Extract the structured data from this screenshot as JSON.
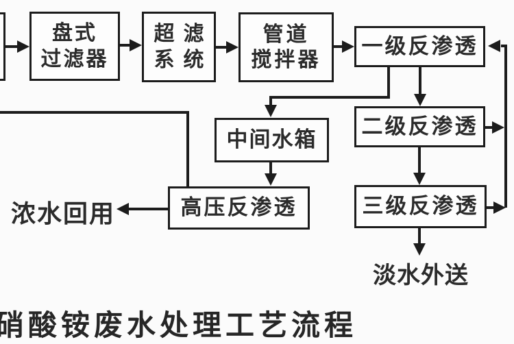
{
  "diagram": {
    "caption": "硝酸铵废水处理工艺流程",
    "nodes": {
      "source": {
        "label": ""
      },
      "disc_filter": {
        "line1": "盘式",
        "line2": "过滤器"
      },
      "uf_system": {
        "line1": "超滤",
        "line2": "系统"
      },
      "pipe_mixer": {
        "line1": "管道",
        "line2": "搅拌器"
      },
      "ro_stage1": {
        "label": "一级反渗透"
      },
      "ro_stage2": {
        "label": "二级反渗透"
      },
      "ro_stage3": {
        "label": "三级反渗透"
      },
      "mid_tank": {
        "label": "中间水箱"
      },
      "hp_ro": {
        "label": "高压反渗透"
      }
    },
    "outputs": {
      "concentrate_reuse": "浓水回用",
      "fresh_water_out": "淡水外送"
    },
    "colors": {
      "line": "#1c1c1c",
      "text": "#2b2b2b",
      "background": "#fbfbfb",
      "box_fill": "#fdfdfd"
    }
  }
}
